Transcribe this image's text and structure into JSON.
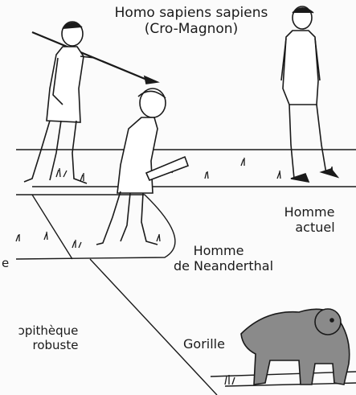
{
  "labels": {
    "cro_magnon": {
      "line1": "Homo sapiens sapiens",
      "line2": "(Cro-Magnon)"
    },
    "homme_actuel": {
      "line1": "Homme",
      "line2": "actuel"
    },
    "neanderthal": {
      "line1": "Homme",
      "line2": "de Neanderthal"
    },
    "australopitheque": {
      "line1": "ɔpithèque",
      "line2": "robuste"
    },
    "gorille": "Gorille",
    "partial_e": "e"
  },
  "colors": {
    "ink": "#1a1a1a",
    "gorilla_fill": "#8a8a8a",
    "paper": "#fbfbfb"
  },
  "icons": {
    "cro_magnon": "spear-hunter-figure",
    "modern_human": "walking-man-figure",
    "neanderthal": "club-holding-figure",
    "gorilla": "gorilla-figure"
  }
}
